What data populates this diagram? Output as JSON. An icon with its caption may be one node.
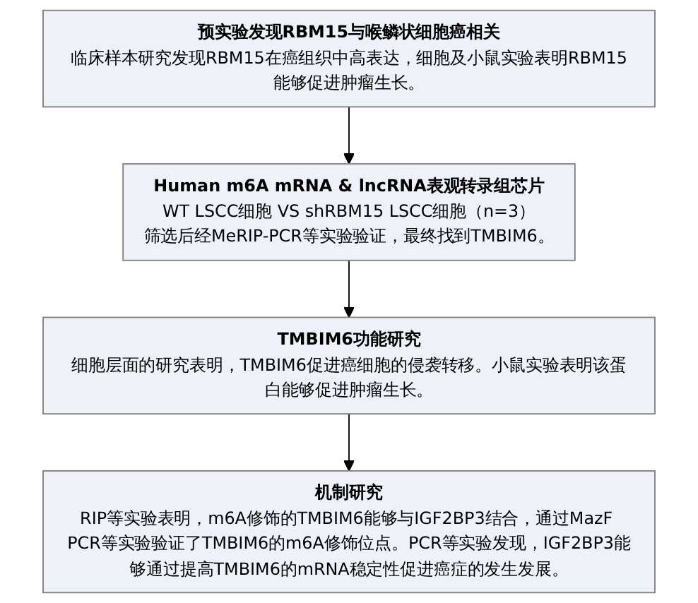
{
  "diagram": {
    "nodes": [
      {
        "text": [
          "预实验发现RBM15与喉鳞状细胞癌相关",
          "临床样本研究发现RBM15在癌组织中高表达，细胞及小鼠实验表明RBM15能够促进肿瘤生长。"
        ]
      },
      {
        "text": [
          "Human m6A mRNA & lncRNA表观转录组芯片",
          "WT LSCC细胞 VS shRBM15 LSCC细胞（n=3）",
          "筛选后经MeRIP-PCR等实验验证，最终找到TMBIM6。"
        ]
      },
      {
        "text": [
          "TMBIM6功能研究",
          "细胞层面的研究表明，TMBIM6促进癌细胞的侵袭转移。小鼠实验表明该蛋白能够促进肿瘤生长。"
        ]
      },
      {
        "text": [
          "机制研究",
          "RIP等实验表明，m6A修饰的TMBIM6能够与IGF2BP3结合，通过MazF PCR等实验验证了TMBIM6的m6A修饰位点。PCR等实验发现，IGF2BP3能够通过提高TMBIM6的mRNA稳定性促进癌症的发生发展。"
        ]
      }
    ],
    "edges": [
      {
        "from": 0,
        "to": 1,
        "arrow": "to"
      },
      {
        "from": 1,
        "to": 2,
        "arrow": "to"
      },
      {
        "from": 2,
        "to": 3,
        "arrow": "to"
      }
    ]
  }
}
